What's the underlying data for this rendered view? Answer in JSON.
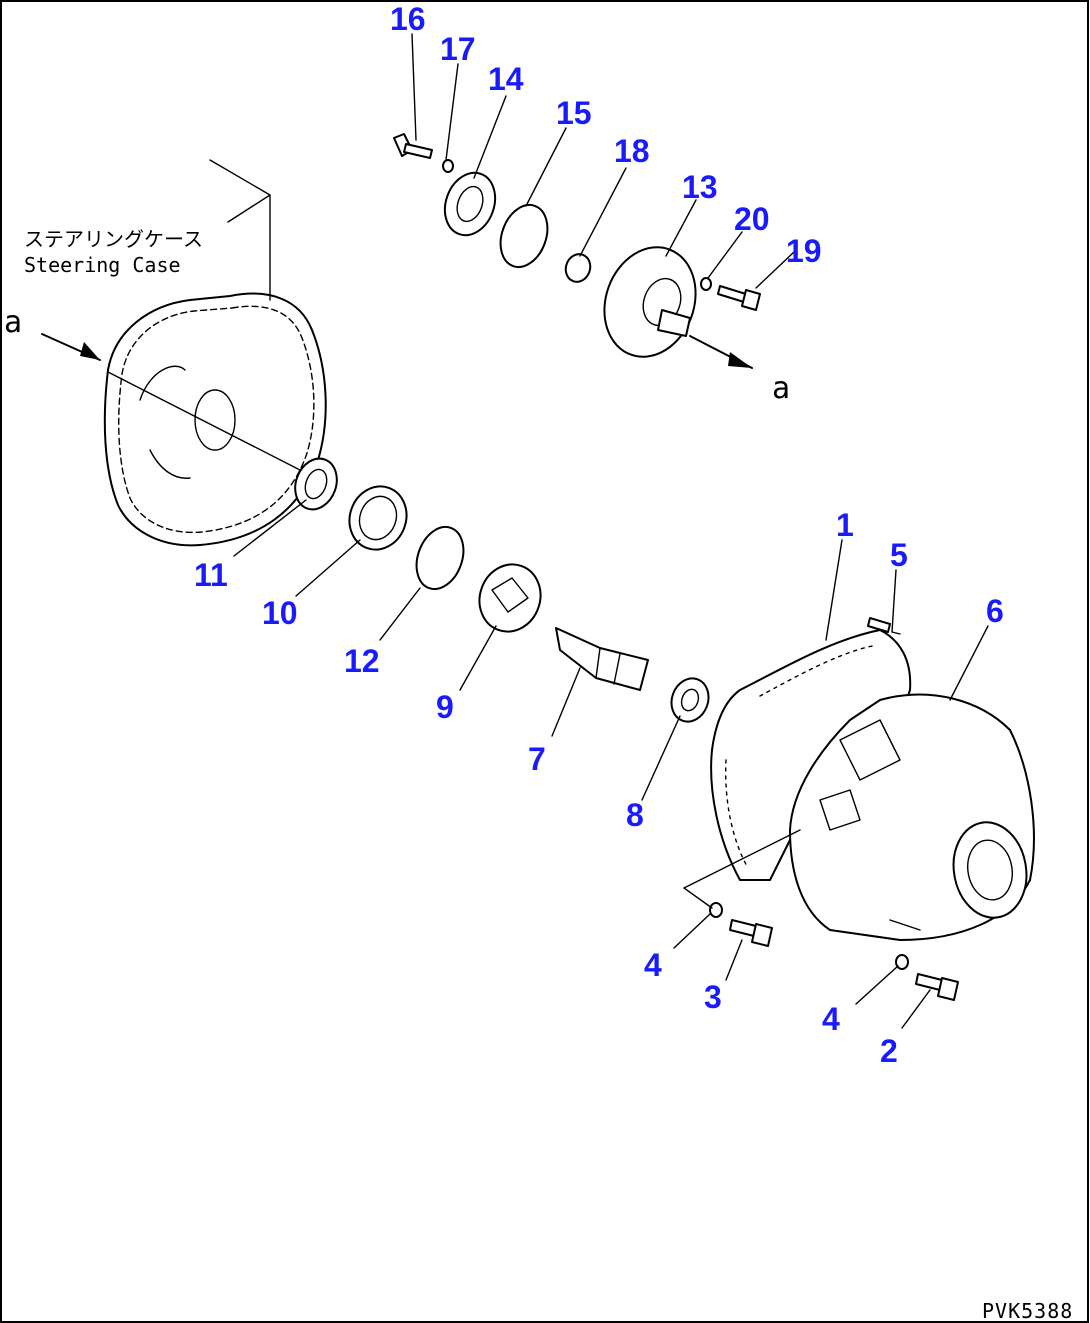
{
  "drawing": {
    "code": "PVK5388",
    "note_jp": "ステアリングケース",
    "note_en": "Steering Case",
    "view_marker_in": "a",
    "view_marker_out": "a"
  },
  "callouts": {
    "n1": "1",
    "n2": "2",
    "n3": "3",
    "n4a": "4",
    "n4b": "4",
    "n5": "5",
    "n6": "6",
    "n7": "7",
    "n8": "8",
    "n9": "9",
    "n10": "10",
    "n11": "11",
    "n12": "12",
    "n13": "13",
    "n14": "14",
    "n15": "15",
    "n16": "16",
    "n17": "17",
    "n18": "18",
    "n19": "19",
    "n20": "20"
  },
  "colors": {
    "callout": "#1a1aff",
    "line": "#000000",
    "background": "#ffffff"
  }
}
